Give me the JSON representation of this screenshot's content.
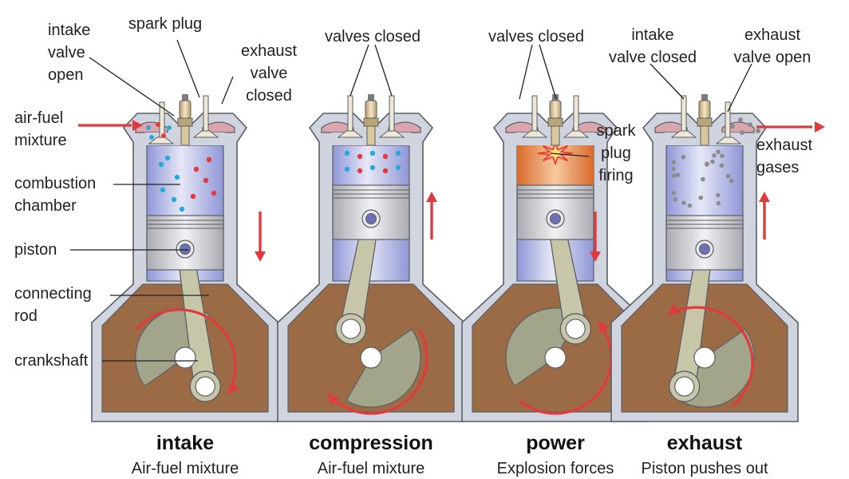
{
  "labels": {
    "intake_valve_open": [
      "intake",
      "valve",
      "open"
    ],
    "spark_plug": "spark plug",
    "exhaust_valve_closed": [
      "exhaust",
      "valve",
      "closed"
    ],
    "air_fuel_mixture": [
      "air-fuel",
      "mixture"
    ],
    "combustion_chamber": [
      "combustion",
      "chamber"
    ],
    "piston": "piston",
    "connecting_rod": [
      "connecting",
      "rod"
    ],
    "crankshaft": "crankshaft",
    "valves_closed_1": "valves closed",
    "valves_closed_2": "valves closed",
    "spark_plug_firing": [
      "spark",
      "plug",
      "firing"
    ],
    "intake_valve_closed": [
      "intake",
      "valve closed"
    ],
    "exhaust_valve_open": [
      "exhaust",
      "valve open"
    ],
    "exhaust_gases": [
      "exhaust",
      "gases"
    ]
  },
  "strokes": [
    {
      "title": "intake",
      "caption": "Air-fuel mixture",
      "piston_direction": "down"
    },
    {
      "title": "compression",
      "caption": "Air-fuel mixture",
      "piston_direction": "up"
    },
    {
      "title": "power",
      "caption": "Explosion forces",
      "piston_direction": "down"
    },
    {
      "title": "exhaust",
      "caption": "Piston pushes out",
      "piston_direction": "up"
    }
  ],
  "colors": {
    "arrow": "#e03a3e",
    "fuel_dot_red": "#e03a3e",
    "fuel_dot_blue": "#29a8e0",
    "exhaust_dot": "#8c8c8c",
    "cylinder_gas": "#b8bde6",
    "crankcase_oil": "#9a6b45",
    "block": "#cfd4df",
    "explosion": "#e07f3c"
  }
}
